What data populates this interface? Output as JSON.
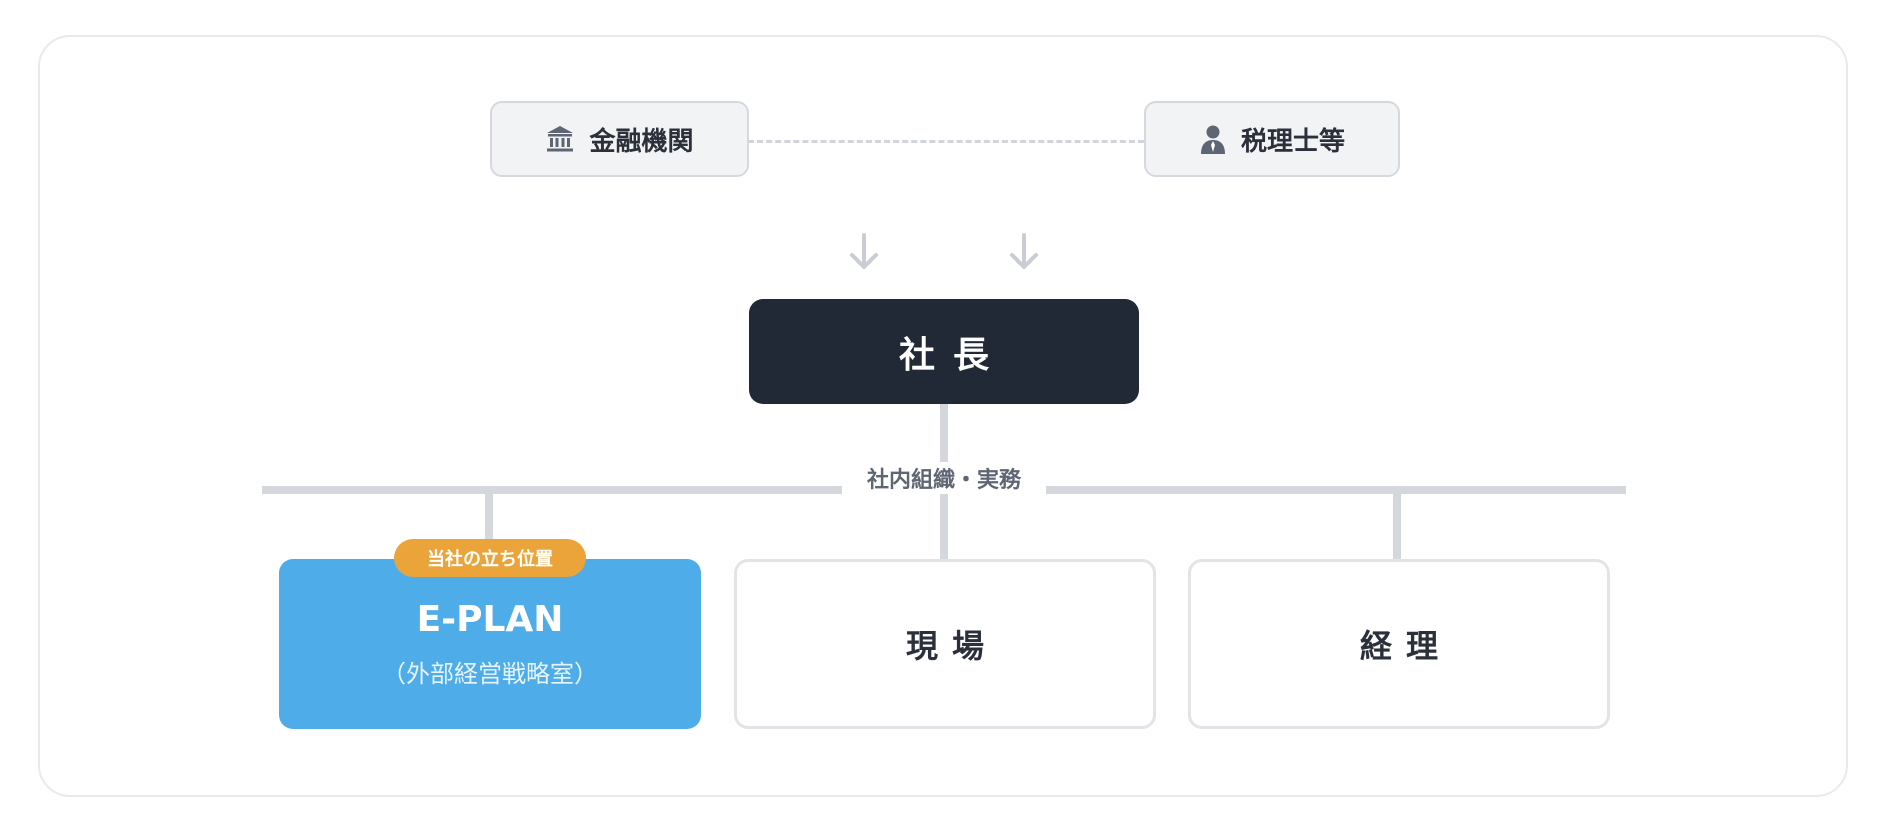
{
  "diagram": {
    "external": {
      "left": {
        "label": "金融機関",
        "icon": "bank-icon"
      },
      "right": {
        "label": "税理士等",
        "icon": "person-icon"
      }
    },
    "ceo": {
      "label": "社長"
    },
    "bus_label": "社内組織・実務",
    "badge": "当社の立ち位置",
    "eplan": {
      "title": "E-PLAN",
      "subtitle": "（外部経営戦略室）"
    },
    "departments": [
      {
        "label": "現場"
      },
      {
        "label": "経理"
      }
    ]
  },
  "colors": {
    "ceo_bg": "#222936",
    "eplan_bg": "#4eade8",
    "badge_bg": "#eba43a",
    "connector": "#d4d7dc"
  }
}
